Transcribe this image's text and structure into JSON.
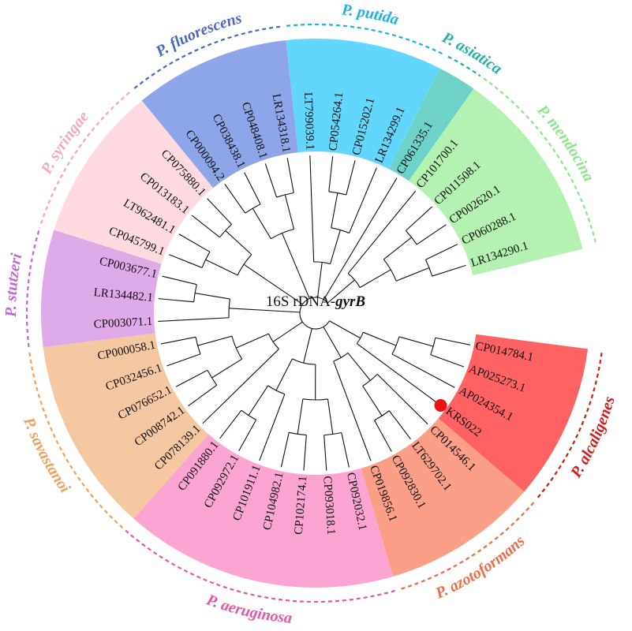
{
  "center_label": {
    "prefix": "16S rDNA-",
    "gene": "gyrB"
  },
  "highlight": {
    "leaf": "KRS022",
    "color": "#ee1111"
  },
  "groups": [
    {
      "id": "alcaligenes",
      "label": "P. alcaligenes",
      "color": "#ff6262",
      "label_color": "#d41a1a",
      "leaves": [
        "CP014784.1",
        "AP025273.1",
        "AP024354.1",
        "KRS022"
      ]
    },
    {
      "id": "azotoformans",
      "label": "P. azotoformans",
      "color": "#fb9f87",
      "label_color": "#ef6a4a",
      "leaves": [
        "CP014546.1",
        "LT629702.1",
        "CP092830.1",
        "CP019856.1"
      ]
    },
    {
      "id": "aeruginosa",
      "label": "P. aeruginosa",
      "color": "#fca5d2",
      "label_color": "#e456a8",
      "leaves": [
        "CP092032.1",
        "CP093018.1",
        "CP102174.1",
        "CP104982.1",
        "CP101911.1",
        "CP092972.1",
        "CP091880.1"
      ]
    },
    {
      "id": "savastanoi",
      "label": "P. savastanoi",
      "color": "#f6c8a2",
      "label_color": "#eea060",
      "leaves": [
        "CP078139.1",
        "CP008742.1",
        "CP076652.1",
        "CP032456.1",
        "CP000058.1"
      ]
    },
    {
      "id": "stutzeri",
      "label": "P. stutzeri",
      "color": "#deaae7",
      "label_color": "#c068d4",
      "leaves": [
        "CP003071.1",
        "LR134482.1",
        "CP003677.1"
      ]
    },
    {
      "id": "syringae",
      "label": "P. syringae",
      "color": "#ffdbe1",
      "label_color": "#f4a8b8",
      "leaves": [
        "CP045799.1",
        "LT962481.1",
        "CP013183.1",
        "CP075880.1"
      ]
    },
    {
      "id": "fluorescens",
      "label": "P. fluorescens",
      "color": "#8fa5ea",
      "label_color": "#4a66c6",
      "leaves": [
        "CP000094.2",
        "CP038438.1",
        "CP048408.1",
        "LR134318.1"
      ]
    },
    {
      "id": "putida",
      "label": "P. putida",
      "color": "#62d6fd",
      "label_color": "#19b4e0",
      "leaves": [
        "LT799039.1",
        "CP054264.1",
        "CP015202.1",
        "LR134299.1"
      ]
    },
    {
      "id": "asiatica",
      "label": "P. asiatica",
      "color": "#6fd2c8",
      "label_color": "#22b3a3",
      "leaves": [
        "CP061335.1"
      ]
    },
    {
      "id": "mendocina",
      "label": "P. mendocina",
      "color": "#b3f2b0",
      "label_color": "#8ee48c",
      "leaves": [
        "CP101700.1",
        "CP011508.1",
        "CP002620.1",
        "CP060288.1",
        "LR134290.1"
      ]
    }
  ]
}
